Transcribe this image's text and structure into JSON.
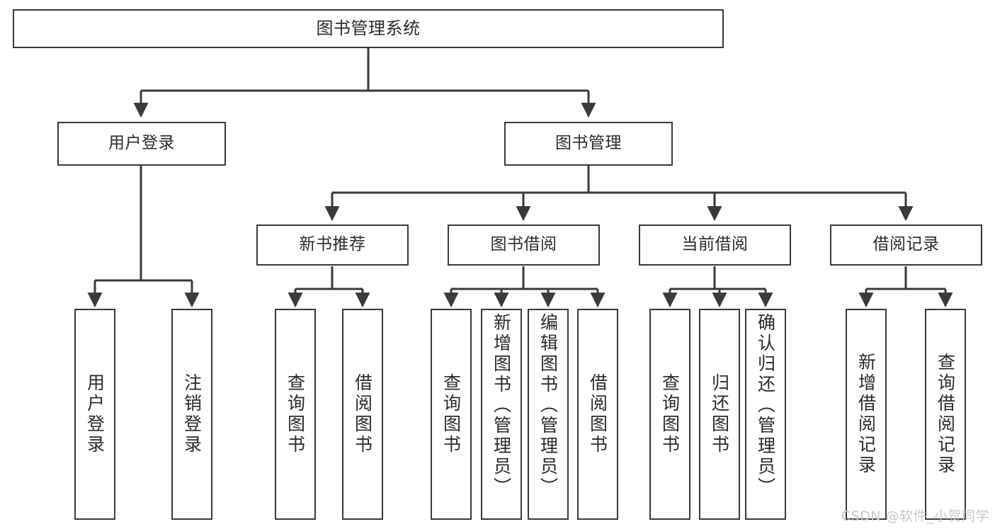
{
  "diagram": {
    "title": "图书管理系统",
    "watermark": "CSDN @软件_小贺同学",
    "line_color": "#3a3a3a",
    "box_fill": "#ffffff",
    "text_color": "#2b2b2b",
    "levels": {
      "root": "图书管理系统",
      "level2": [
        "用户登录",
        "图书管理"
      ],
      "level3": [
        "新书推荐",
        "图书借阅",
        "当前借阅",
        "借阅记录"
      ]
    },
    "nodes": {
      "root": {
        "label": "图书管理系统"
      },
      "user_login": {
        "label": "用户登录"
      },
      "book_manage": {
        "label": "图书管理"
      },
      "new_book_rec": {
        "label": "新书推荐"
      },
      "book_borrow": {
        "label": "图书借阅"
      },
      "current_borrow": {
        "label": "当前借阅"
      },
      "borrow_record": {
        "label": "借阅记录"
      },
      "leaf_user_login": {
        "label": "用户登录"
      },
      "leaf_user_logout": {
        "label": "注销登录"
      },
      "leaf_query_book_1": {
        "label": "查询图书"
      },
      "leaf_borrow_book_1": {
        "label": "借阅图书"
      },
      "leaf_query_book_2": {
        "label": "查询图书"
      },
      "leaf_add_book_admin": {
        "label": "新增图书（管理员）"
      },
      "leaf_edit_book_admin": {
        "label": "编辑图书（管理员）"
      },
      "leaf_borrow_book_2": {
        "label": "借阅图书"
      },
      "leaf_query_book_3": {
        "label": "查询图书"
      },
      "leaf_return_book": {
        "label": "归还图书"
      },
      "leaf_confirm_return_admin": {
        "label": "确认归还（管理员）"
      },
      "leaf_add_record": {
        "label": "新增借阅记录"
      },
      "leaf_query_record": {
        "label": "查询借阅记录"
      }
    }
  }
}
